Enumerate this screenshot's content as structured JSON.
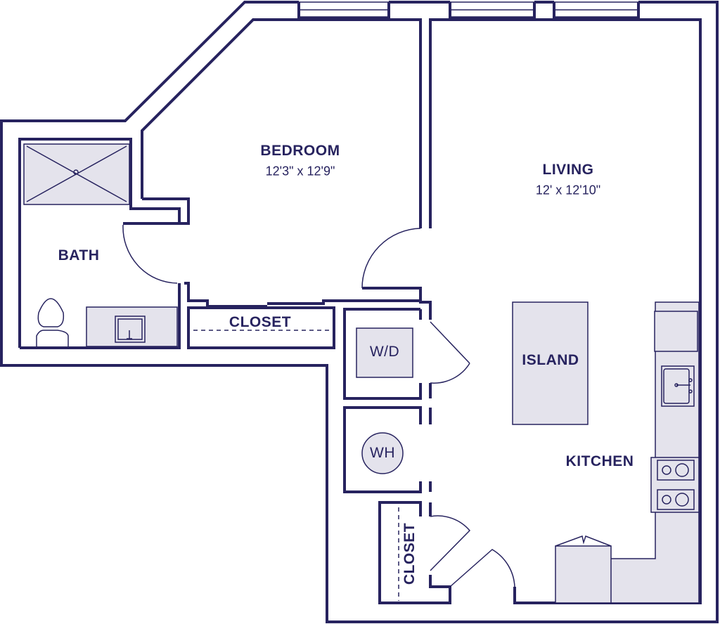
{
  "colors": {
    "wall": "#27235f",
    "fixture_fill": "#e4e3ec",
    "background": "#ffffff"
  },
  "rooms": {
    "bedroom": {
      "name": "BEDROOM",
      "dimensions": "12'3\" x 12'9\""
    },
    "living": {
      "name": "LIVING",
      "dimensions": "12' x 12'10\""
    },
    "bath": {
      "name": "BATH"
    },
    "closet_bedroom": {
      "name": "CLOSET"
    },
    "washer_dryer": {
      "name": "W/D"
    },
    "island": {
      "name": "ISLAND"
    },
    "water_heater": {
      "name": "WH"
    },
    "kitchen": {
      "name": "KITCHEN"
    },
    "closet_entry": {
      "name": "CLOSET"
    }
  }
}
